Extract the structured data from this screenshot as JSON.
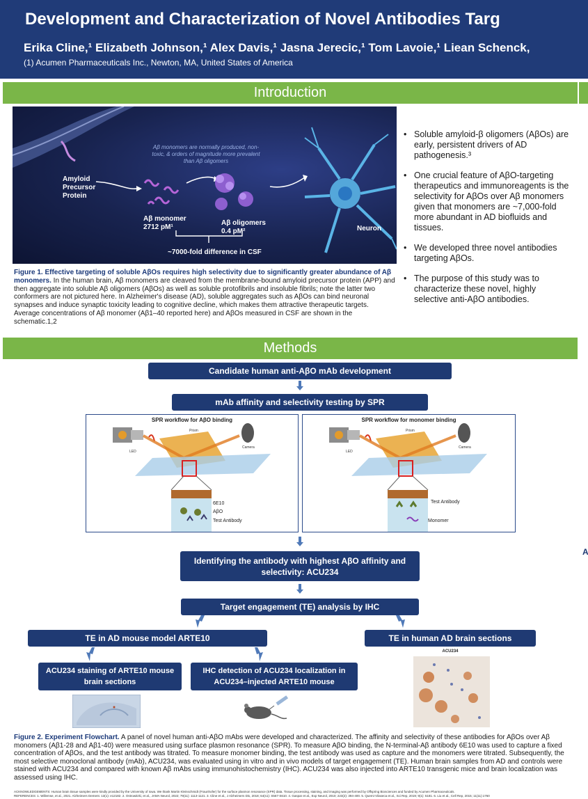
{
  "header": {
    "title": "Development and Characterization of Novel Antibodies Targ",
    "authors": "Erika Cline,¹ Elizabeth Johnson,¹ Alex Davis,¹ Jasna Jerecic,¹ Tom Lavoie,¹ Liean Schenck,",
    "affiliation": "(1) Acumen Pharmaceuticals Inc., Newton, MA, United States of America"
  },
  "introduction": {
    "heading": "Introduction",
    "figure_labels": {
      "note": "Aβ monomers are normally produced, non-toxic, & orders of magnitude more prevalent than Aβ oligomers",
      "app": "Amyloid Precursor Protein",
      "monomer": "Aβ monomer",
      "monomer_conc": "2712 pM¹",
      "oligomers": "Aβ oligomers",
      "oligomer_conc": "0.4 pM²",
      "neuron": "Neuron",
      "difference": "~7000-fold difference in CSF"
    },
    "figure1_caption_bold": "Figure 1. Effective targeting of soluble AβOs requires high selectivity due to significantly greater abundance of Aβ monomers.",
    "figure1_caption_text": " In the human brain, Aβ monomers are cleaved from the membrane-bound amyloid precursor protein (APP) and then aggregate into soluble Aβ oligomers (AβOs) as well as soluble protofibrils and insoluble fibrils; note the latter two conformers are not pictured here. In Alzheimer's disease (AD), soluble aggregates such as AβOs can bind neuronal synapses and induce synaptic toxicity leading to cognitive decline, which makes them attractive therapeutic targets. Average concentrations of Aβ monomer (Aβ1–40 reported here) and AβOs measured in CSF are shown in the schematic.1,2",
    "bullets": [
      "Soluble amyloid-β oligomers (AβOs) are early, persistent drivers of AD pathogenesis.³",
      "One crucial feature of AβO-targeting therapeutics and immunoreagents is the selectivity for AβOs over Aβ monomers given that monomers are ~7,000-fold more abundant in AD biofluids and tissues.",
      "We developed three novel antibodies targeting AβOs.",
      "The purpose of this study was to characterize these novel, highly selective anti-AβO antibodies."
    ]
  },
  "methods": {
    "heading": "Methods",
    "step1": "Candidate human anti-AβO mAb development",
    "step2": "mAb affinity and selectivity testing by SPR",
    "spr_left": {
      "title": "SPR workflow for AβO binding",
      "prism": "Prism",
      "led": "LED",
      "camera": "Camera",
      "l1": "6E10",
      "l2": "AβO",
      "l3": "Test Antibody"
    },
    "spr_right": {
      "title": "SPR workflow for monomer binding",
      "prism": "Prism",
      "led": "LED",
      "camera": "Camera",
      "l1": "Test Antibody",
      "l2": "Monomer"
    },
    "step3": "Identifying the antibody with highest AβO affinity and selectivity: ACU234",
    "step4": "Target engagement (TE) analysis by IHC",
    "branch_left": "TE in AD mouse model ARTE10",
    "branch_right": "TE in human AD brain sections",
    "sub1": "ACU234 staining of ARTE10 mouse brain sections",
    "sub2": "IHC detection of ACU234 localization in ACU234–injected ARTE10 mouse",
    "human_img_label": "ACU234",
    "figure2_caption_bold": "Figure 2. Experiment Flowchart.",
    "figure2_caption_text": " A panel of novel human anti-AβO mAbs were developed and characterized. The affinity and selectivity of these antibodies for AβOs over Aβ monomers (Aβ1-28 and Aβ1-40) were measured using surface plasmon resonance (SPR). To measure AβO binding, the N-terminal-Aβ antibody 6E10 was used to capture a fixed concentration of AβOs, and the test antibody was titrated. To measure monomer binding, the test antibody was used as capture and the monomers were titrated. Subsequently, the most selective monoclonal antibody (mAb), ACU234, was evaluated using in vitro and in vivo models of target engagement (TE). Human brain samples from AD and controls were stained with ACU234 and compared with known Aβ mAbs using immunohistochemistry (IHC). ACU234 was also injected into ARTE10 transgenic mice and brain localization was assessed using IHC."
  },
  "footer": {
    "acknowledgements": "ACKNOWLEDGEMENTS: Human brain tissue samples were kindly provided by the University of Iowa. We thank Martin Kleinschmidt (Fraunhofer) for the surface plasmon resonance (SPR) data. Tissue processing, staining, and imaging was performed by Offspring Biosciences and funded by Acumen Pharmaceuticals.",
    "references": "REFERENCES: 1. Willemse, et al., 2021. Alzheimers Dement. 13(1): e12182. 2. Ostrowitzki, et al., JAMA Neurol, 2022; 79(11): 1113-1121. 3. Cline et al., J Alzheimers Dis, 2018; 64(s1): S567-S610. 4. Gaspar et al., Exp Neurol, 2010; 223(2): 394-400. 5. Quemi-Vilaseca et al., Sci Rep, 2019; 9(1): 5181. 6. Liu et al., Cell Rep, 2015; 11(11):1760"
  },
  "edge_letter": "A",
  "colors": {
    "header_bg": "#203b78",
    "section_bar": "#7ab648",
    "flow_box": "#1f3a73",
    "arrow": "#4f79b8"
  }
}
